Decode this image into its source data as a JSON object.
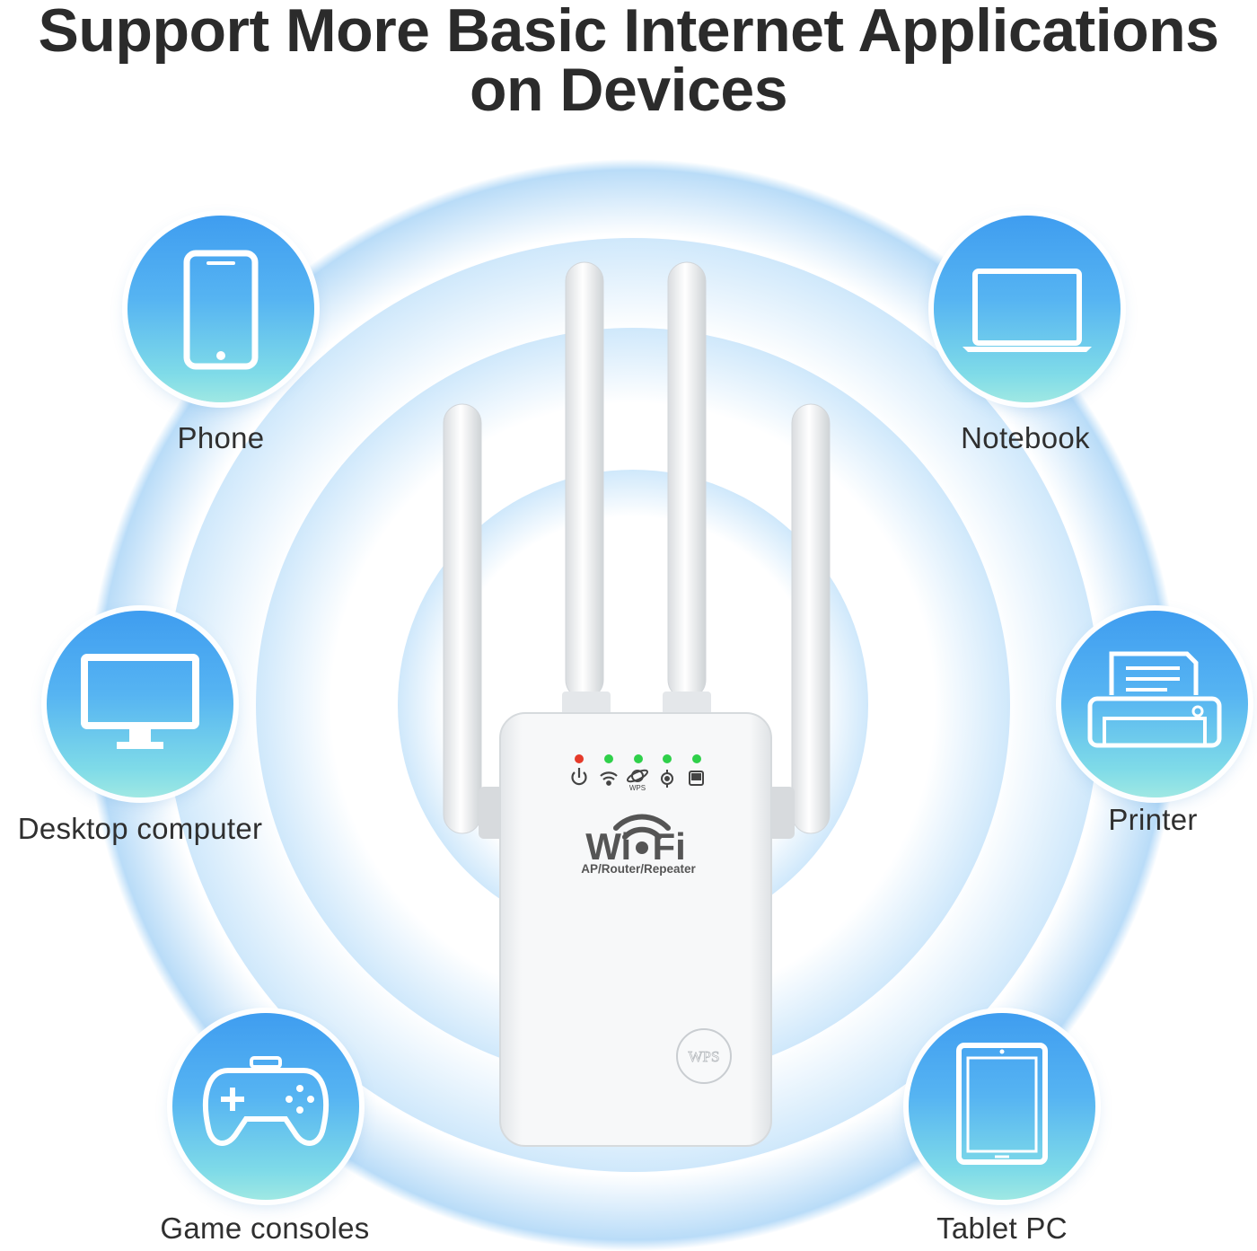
{
  "headline": {
    "line1": "Support More Basic Internet Applications",
    "line2": "on Devices"
  },
  "devices": [
    {
      "label": "Phone",
      "icon": "phone-icon"
    },
    {
      "label": "Notebook",
      "icon": "notebook-icon"
    },
    {
      "label": "Desktop computer",
      "icon": "desktop-computer-icon"
    },
    {
      "label": "Printer",
      "icon": "printer-icon"
    },
    {
      "label": "Game consoles",
      "icon": "game-controller-icon"
    },
    {
      "label": "Tablet PC",
      "icon": "tablet-icon"
    }
  ],
  "router": {
    "brand_text": "Wi  Fi",
    "subtitle": "AP/Router/Repeater",
    "wps_button": "WPS",
    "wps_indicator": "WPS",
    "led_colors": [
      "#e53a2a",
      "#2fd04a",
      "#2fd04a",
      "#2fd04a",
      "#2fd04a"
    ]
  },
  "colors": {
    "badge_top": "#3f9df0",
    "badge_bottom": "#9fe8e3",
    "headline": "#2b2b2b"
  }
}
